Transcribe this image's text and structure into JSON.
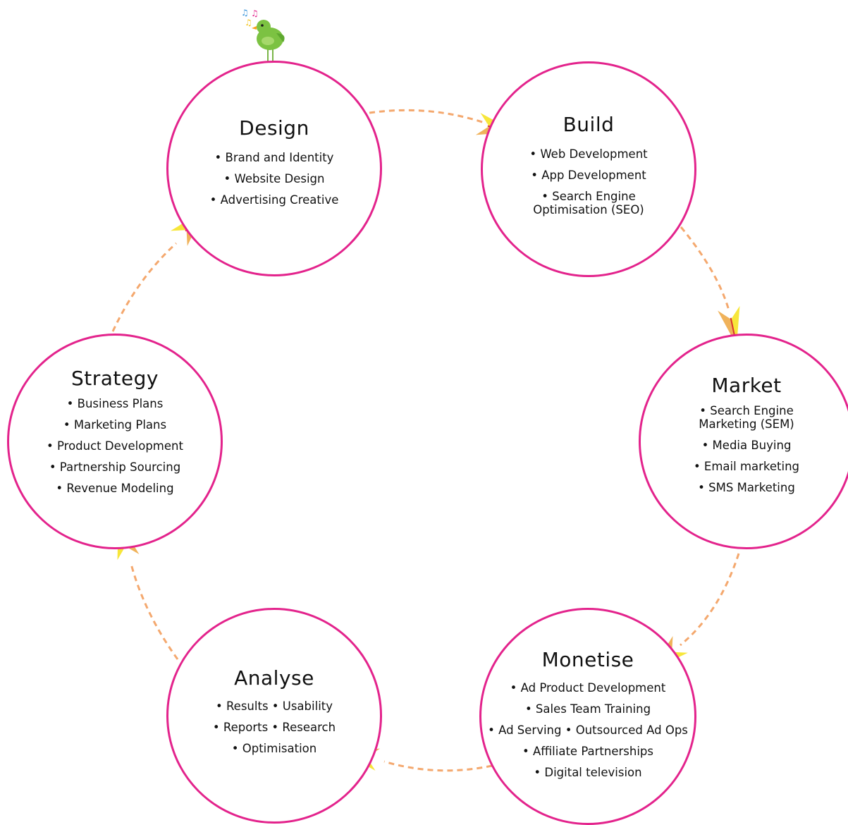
{
  "diagram": {
    "accent_color": "#e3238c",
    "connector_color": "#f4a86e",
    "arrow_color": "#f7e63a",
    "mascot_icon": "green-bird-with-music-notes",
    "nodes": [
      {
        "id": "design",
        "title": "Design",
        "items": [
          "• Brand and Identity",
          "• Website Design",
          "• Advertising Creative"
        ]
      },
      {
        "id": "build",
        "title": "Build",
        "items": [
          "• Web Development",
          "• App Development",
          "• Search Engine\nOptimisation (SEO)"
        ]
      },
      {
        "id": "market",
        "title": "Market",
        "items": [
          "• Search Engine\nMarketing (SEM)",
          "• Media Buying",
          "• Email marketing",
          "• SMS Marketing"
        ]
      },
      {
        "id": "monetise",
        "title": "Monetise",
        "items": [
          "• Ad Product Development",
          "• Sales Team Training",
          "• Ad Serving • Outsourced Ad Ops",
          "• Affiliate Partnerships",
          "• Digital television"
        ]
      },
      {
        "id": "analyse",
        "title": "Analyse",
        "items": [
          "• Results • Usability",
          "• Reports • Research",
          "• Optimisation"
        ]
      },
      {
        "id": "strategy",
        "title": "Strategy",
        "items": [
          "• Business Plans",
          "• Marketing Plans",
          "• Product Development",
          "• Partnership Sourcing",
          "• Revenue Modeling"
        ]
      }
    ]
  }
}
